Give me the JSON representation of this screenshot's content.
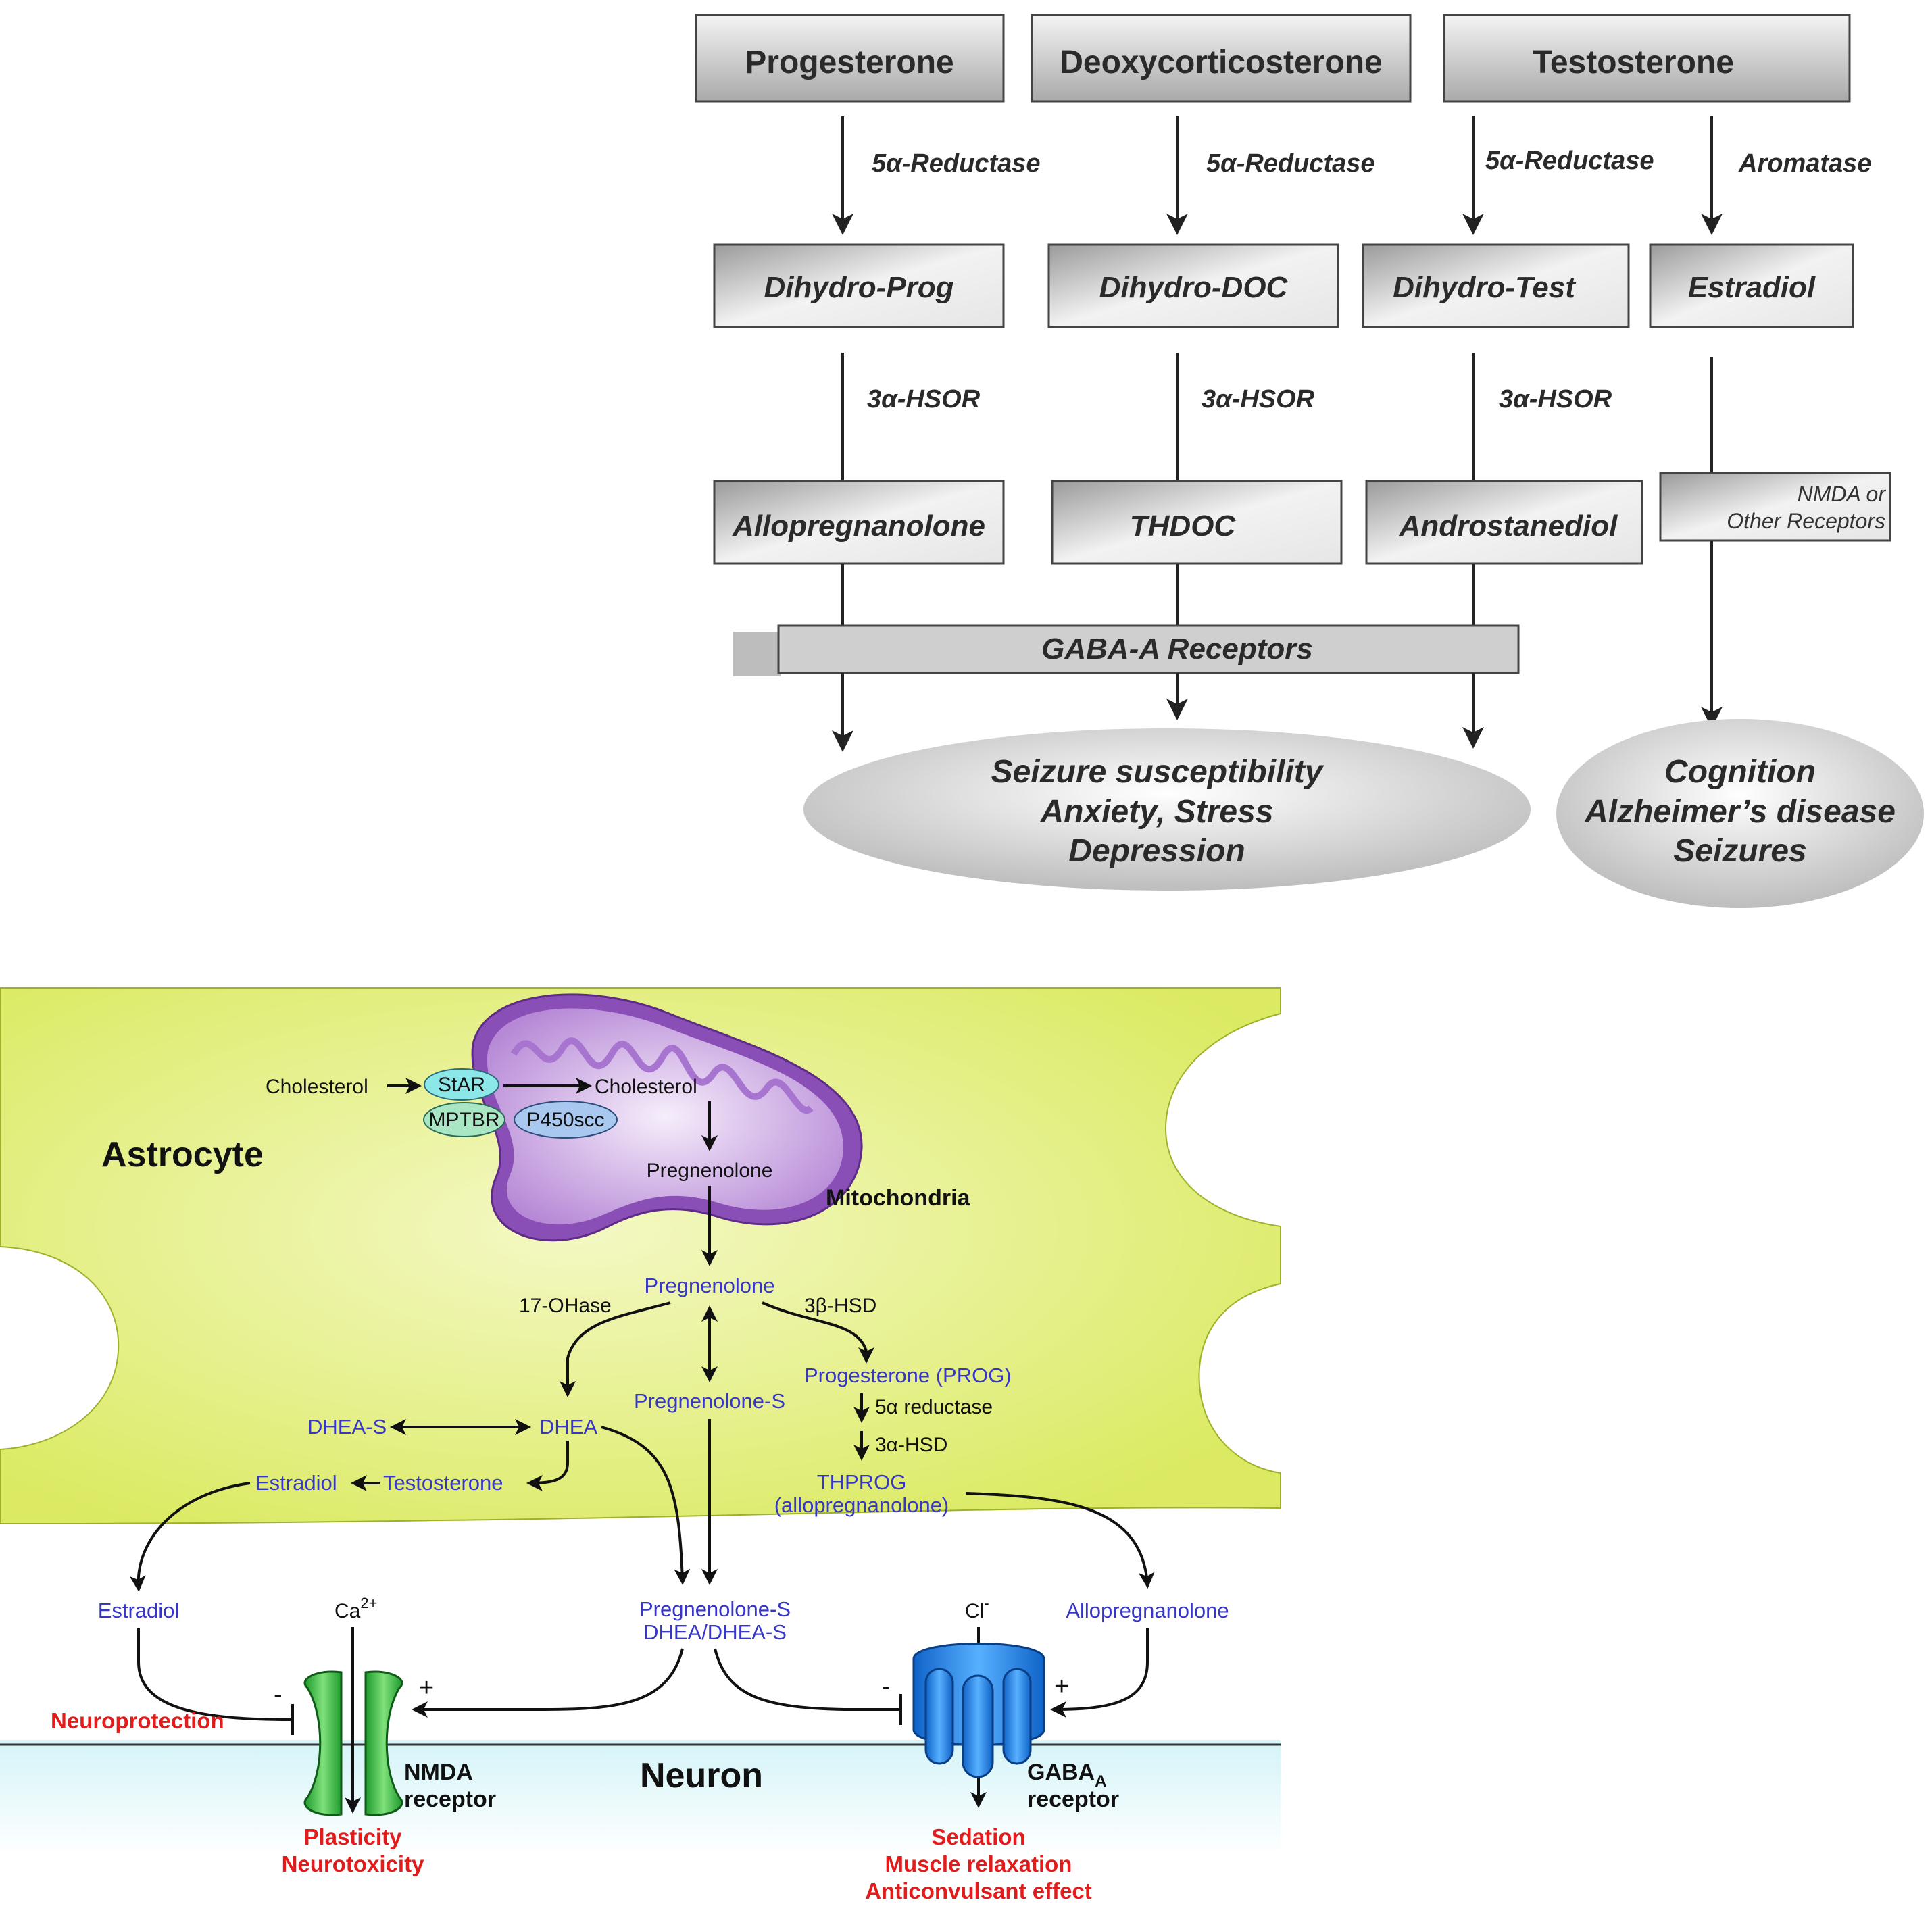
{
  "top_diagram": {
    "sources": [
      "Progesterone",
      "Deoxycorticosterone",
      "Testosterone"
    ],
    "enzymes": {
      "reductase": "5α-Reductase",
      "aromatase": "Aromatase",
      "hsor": "3α-HSOR"
    },
    "intermediates": [
      "Dihydro-Prog",
      "Dihydro-DOC",
      "Dihydro-Test",
      "Estradiol"
    ],
    "products": [
      "Allopregnanolone",
      "THDOC",
      "Androstanediol"
    ],
    "nmda_box": [
      "NMDA  or",
      "Other Receptors"
    ],
    "gaba_bar": "GABA-A Receptors",
    "outcome_left": [
      "Seizure susceptibility",
      "Anxiety, Stress",
      "Depression"
    ],
    "outcome_right": [
      "Cognition",
      "Alzheimer’s disease",
      "Seizures"
    ]
  },
  "bottom_diagram": {
    "astrocyte": "Astrocyte",
    "neuron": "Neuron",
    "mitochondria": "Mitochondria",
    "cholesterol_out": "Cholesterol",
    "cholesterol_in": "Cholesterol",
    "star": "StAR",
    "mptbr": "MPTBR",
    "p450": "P450scc",
    "pregnenolone_in": "Pregnenolone",
    "pregnenolone": "Pregnenolone",
    "ohase": "17-OHase",
    "hsd3b": "3β-HSD",
    "pregnenolone_s": "Pregnenolone-S",
    "progesterone": "Progesterone (PROG)",
    "reductase5a": "5α reductase",
    "hsd3a": "3α-HSD",
    "thprog": "THPROG",
    "thprog_alt": "(allopregnanolone)",
    "dhea_s": "DHEA-S",
    "dhea": "DHEA",
    "estradiol_in": "Estradiol",
    "testosterone": "Testosterone",
    "estradiol_out": "Estradiol",
    "calcium": "Ca",
    "calcium_charge": "2+",
    "preg_s_out": "Pregnenolone-S",
    "dhea_dheas_out": "DHEA/DHEA-S",
    "chloride": "Cl",
    "chloride_charge": "-",
    "allopregnanolone_out": "Allopregnanolone",
    "minus": "-",
    "plus": "+",
    "neuroprotection": "Neuroprotection",
    "nmda_label": "NMDA",
    "receptor_word": "receptor",
    "gaba_label": "GABA",
    "gaba_sub": "A",
    "nmda_effects": [
      "Plasticity",
      "Neurotoxicity"
    ],
    "gaba_effects": [
      "Sedation",
      "Muscle relaxation",
      "Anticonvulsant effect"
    ]
  },
  "colors": {
    "cytoplasm": "#e2ef7a",
    "mito_purple": "#9a5cc0",
    "nmda_green": "#28b53a",
    "gaba_blue": "#1f86e8",
    "blue_text": "#3636c8",
    "red_text": "#e31b1b"
  }
}
